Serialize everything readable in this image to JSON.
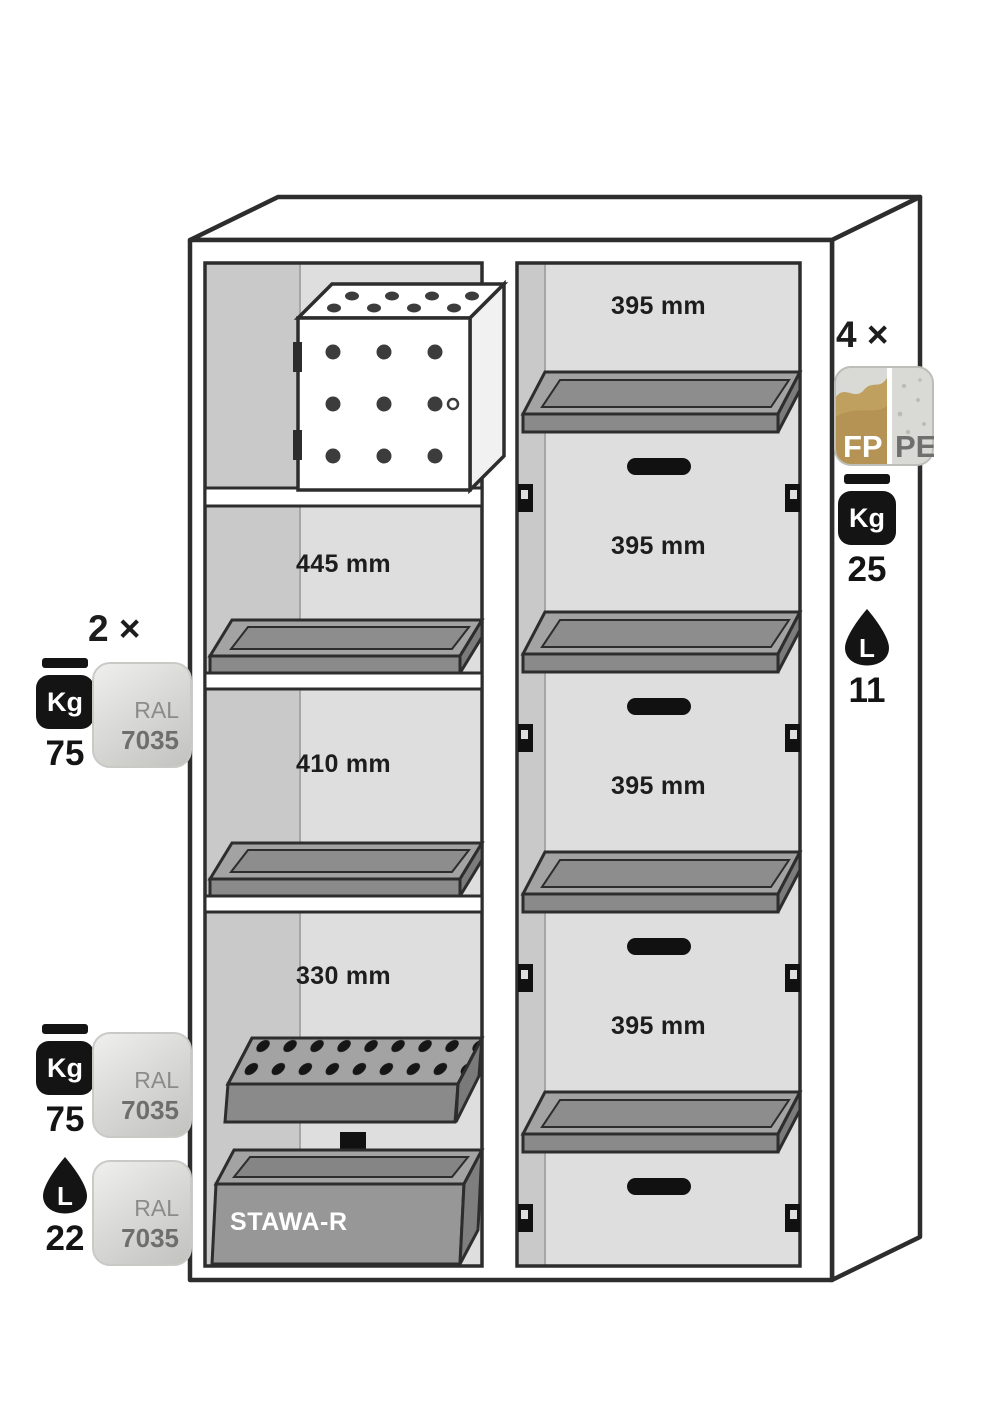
{
  "cabinet": {
    "left_compartment": {
      "sections": [
        {
          "height_label": "445 mm"
        },
        {
          "height_label": "410 mm"
        },
        {
          "height_label": "330 mm"
        }
      ],
      "sump_label": "STAWA-R"
    },
    "right_compartment": {
      "tray_labels": [
        "395 mm",
        "395 mm",
        "395 mm",
        "395 mm"
      ]
    }
  },
  "annotations": {
    "shelves": {
      "count": "2 ×",
      "weight_unit": "Kg",
      "weight_value": "75",
      "ral_label": "RAL",
      "ral_code": "7035"
    },
    "insert": {
      "weight_unit": "Kg",
      "weight_value": "75",
      "ral_label": "RAL",
      "ral_code": "7035"
    },
    "sump": {
      "volume_unit": "L",
      "volume_value": "22",
      "ral_label": "RAL",
      "ral_code": "7035"
    },
    "trays": {
      "count": "4 ×",
      "material_left": "FP",
      "material_right": "PE",
      "weight_unit": "Kg",
      "weight_value": "25",
      "volume_unit": "L",
      "volume_value": "11"
    }
  },
  "icons": {
    "weight": "kettlebell-weight-icon",
    "volume": "liquid-drop-icon",
    "direction": "down-arrow-icon",
    "material": "fp-pe-material-icon"
  },
  "colors": {
    "outline": "#2d2d2d",
    "interior_gray": "#dedede",
    "side_gray": "#c9c9c9",
    "tray_gray": "#a3a3a3",
    "badge_gray": "#d8d8d5",
    "fp_gold": "#b59354",
    "ink": "#141414"
  }
}
